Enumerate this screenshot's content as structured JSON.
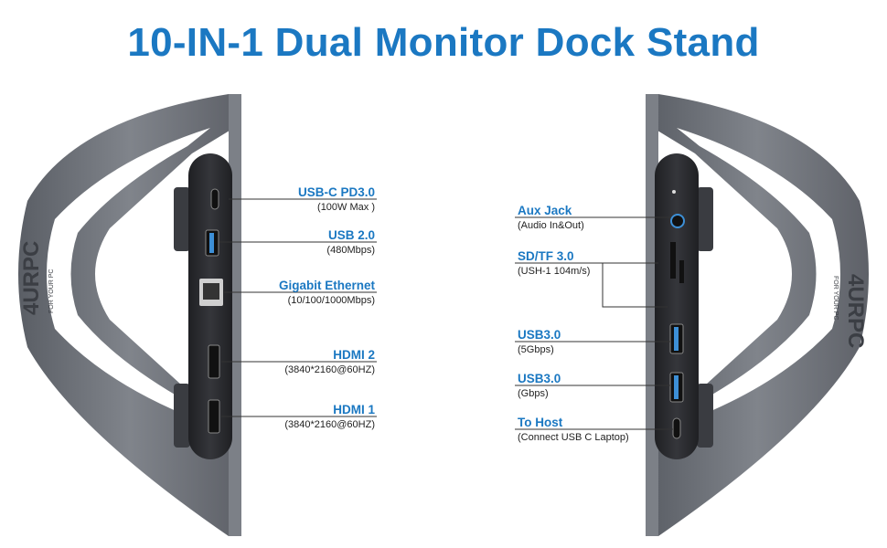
{
  "title": "10-IN-1 Dual Monitor Dock Stand",
  "brand": {
    "name": "4URPC",
    "tagline": "FOR YOUR PC"
  },
  "colors": {
    "accent": "#1b78c2",
    "body": "#6b6f76",
    "panel": "#2b2c30"
  },
  "left_ports": [
    {
      "name": "USB-C PD3.0",
      "spec": "(100W Max )",
      "icon": "usb-c-port-icon"
    },
    {
      "name": "USB 2.0",
      "spec": "(480Mbps)",
      "icon": "usb-a-port-icon"
    },
    {
      "name": "Gigabit Ethernet",
      "spec": "(10/100/1000Mbps)",
      "icon": "ethernet-port-icon"
    },
    {
      "name": "HDMI 2",
      "spec": "(3840*2160@60HZ)",
      "icon": "hdmi-port-icon"
    },
    {
      "name": "HDMI 1",
      "spec": "(3840*2160@60HZ)",
      "icon": "hdmi-port-icon"
    }
  ],
  "right_ports": [
    {
      "name": "Aux Jack",
      "spec": "(Audio In&Out)",
      "icon": "audio-jack-icon"
    },
    {
      "name": "SD/TF 3.0",
      "spec": "(USH-1 104m/s)",
      "icon": "card-slot-icon"
    },
    {
      "name": "USB3.0",
      "spec": "(5Gbps)",
      "icon": "usb-a-port-icon"
    },
    {
      "name": "USB3.0",
      "spec": "(Gbps)",
      "icon": "usb-a-port-icon"
    },
    {
      "name": "To Host",
      "spec": "(Connect USB C Laptop)",
      "icon": "usb-c-port-icon"
    }
  ]
}
